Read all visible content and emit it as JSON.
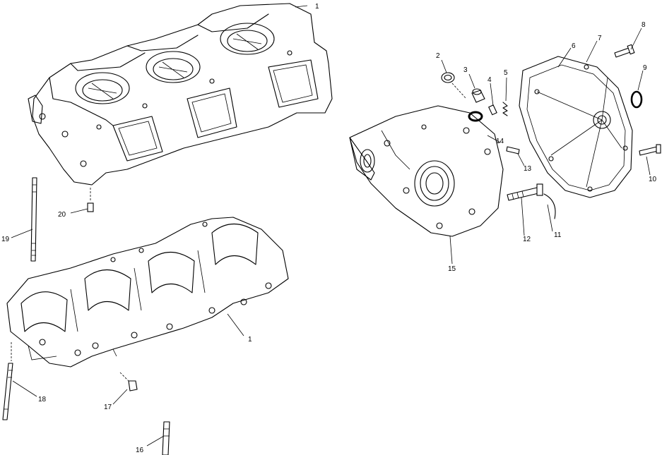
{
  "diagram": {
    "callouts": [
      {
        "id": "c1a",
        "text": "1"
      },
      {
        "id": "c1b",
        "text": "1"
      },
      {
        "id": "c2",
        "text": "2"
      },
      {
        "id": "c3",
        "text": "3"
      },
      {
        "id": "c4",
        "text": "4"
      },
      {
        "id": "c5",
        "text": "5"
      },
      {
        "id": "c6",
        "text": "6"
      },
      {
        "id": "c7",
        "text": "7"
      },
      {
        "id": "c8",
        "text": "8"
      },
      {
        "id": "c9",
        "text": "9"
      },
      {
        "id": "c10",
        "text": "10"
      },
      {
        "id": "c11",
        "text": "11"
      },
      {
        "id": "c12",
        "text": "12"
      },
      {
        "id": "c13",
        "text": "13"
      },
      {
        "id": "c14",
        "text": "14"
      },
      {
        "id": "c15",
        "text": "15"
      },
      {
        "id": "c16",
        "text": "16"
      },
      {
        "id": "c17",
        "text": "17"
      },
      {
        "id": "c18",
        "text": "18"
      },
      {
        "id": "c19",
        "text": "19"
      },
      {
        "id": "c20",
        "text": "20"
      }
    ]
  }
}
